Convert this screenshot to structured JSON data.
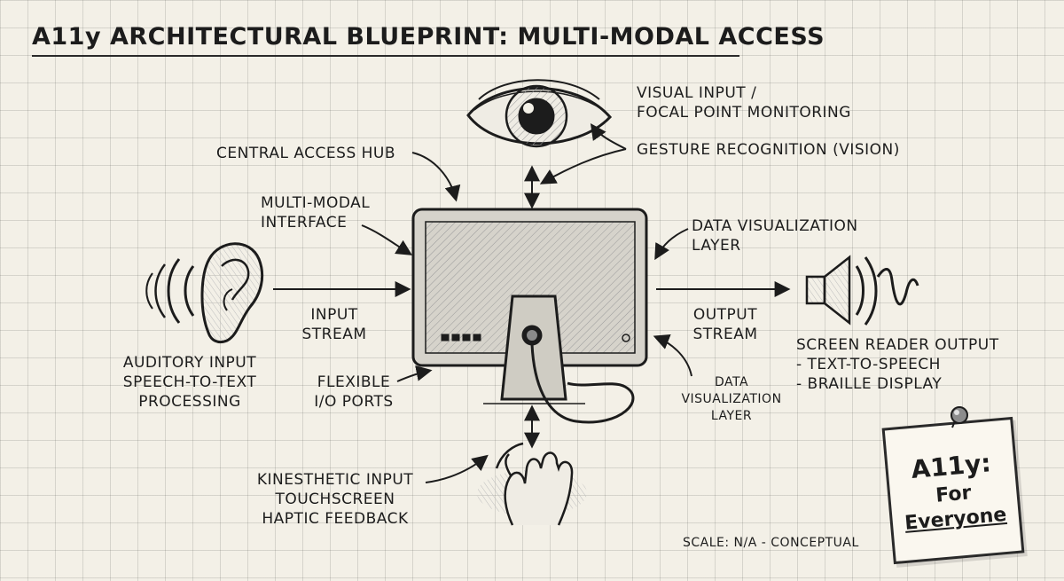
{
  "title": "A11y ARCHITECTURAL BLUEPRINT: MULTI-MODAL ACCESS",
  "labels": {
    "visual_input": [
      "VISUAL INPUT /",
      "FOCAL POINT MONITORING"
    ],
    "gesture": "GESTURE RECOGNITION (VISION)",
    "central_hub": "CENTRAL ACCESS HUB",
    "multimodal": [
      "MULTI-MODAL",
      "INTERFACE"
    ],
    "data_viz_top": [
      "DATA VISUALIZATION",
      "LAYER"
    ],
    "input_stream": [
      "INPUT",
      "STREAM"
    ],
    "output_stream": [
      "OUTPUT",
      "STREAM"
    ],
    "auditory": [
      "AUDITORY INPUT",
      "SPEECH-TO-TEXT",
      "PROCESSING"
    ],
    "flexible_io": [
      "FLEXIBLE",
      "I/O PORTS"
    ],
    "data_viz_bottom": [
      "DATA",
      "VISUALIZATION",
      "LAYER"
    ],
    "screen_reader": [
      "SCREEN READER OUTPUT",
      "- TEXT-TO-SPEECH",
      "- BRAILLE DISPLAY"
    ],
    "kinesthetic": [
      "KINESTHETIC INPUT",
      "TOUCHSCREEN",
      "HAPTIC FEEDBACK"
    ],
    "scale": "SCALE: N/A - CONCEPTUAL"
  },
  "note": [
    "A11y:",
    "For",
    "Everyone"
  ],
  "icons": [
    "eye-icon",
    "ear-icon",
    "monitor-icon",
    "speaker-icon",
    "hand-icon",
    "pushpin-icon"
  ]
}
